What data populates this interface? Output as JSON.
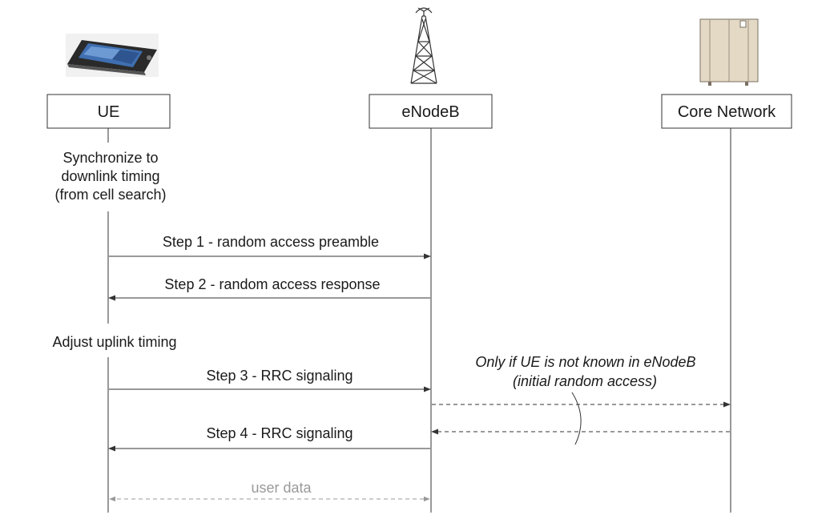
{
  "entities": {
    "ue": "UE",
    "enodeb": "eNodeB",
    "core": "Core Network"
  },
  "notes": {
    "sync": [
      "Synchronize to",
      "downlink timing",
      "(from cell search)"
    ],
    "adjust": "Adjust uplink timing",
    "conditional": [
      "Only if UE is not known in eNodeB",
      "(initial random access)"
    ]
  },
  "messages": {
    "step1": "Step 1 - random access preamble",
    "step2": "Step 2 - random access response",
    "step3": "Step 3 - RRC signaling",
    "step4": "Step 4 - RRC signaling",
    "user_data": "user data"
  },
  "icons": {
    "ue": "mobile-phone-icon",
    "enodeb": "radio-tower-icon",
    "core": "server-cabinet-icon"
  },
  "colors": {
    "line": "#333333",
    "user_data": "#999999"
  }
}
